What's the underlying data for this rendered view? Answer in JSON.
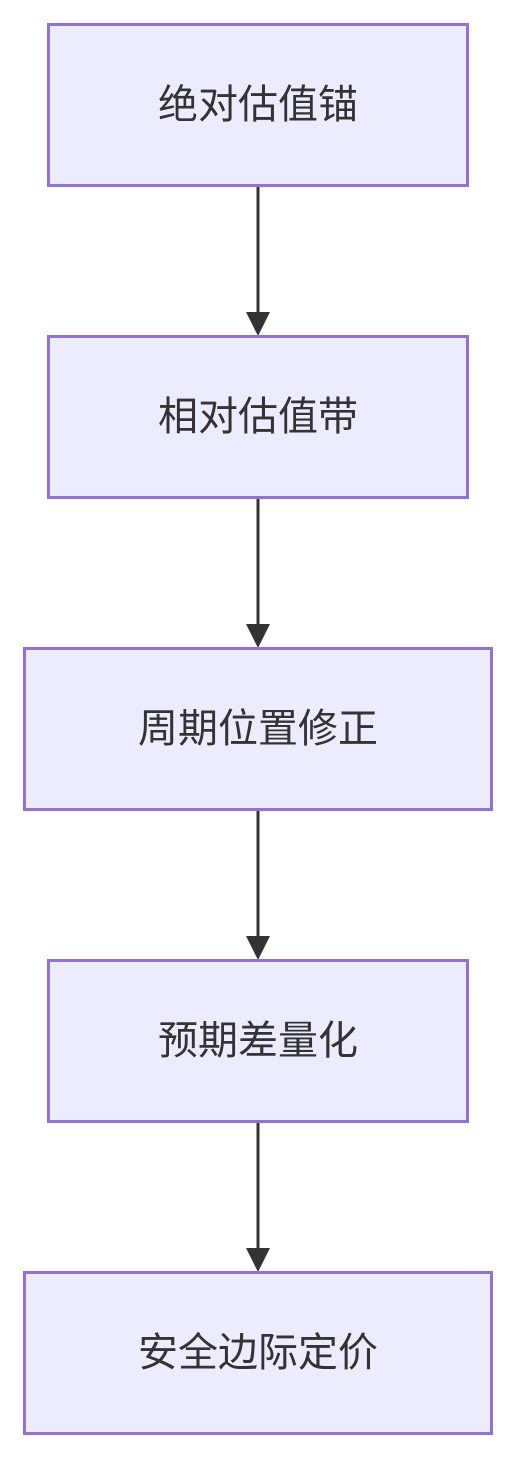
{
  "diagram": {
    "nodes": [
      {
        "id": "n1",
        "label": "绝对估值锚"
      },
      {
        "id": "n2",
        "label": "相对估值带"
      },
      {
        "id": "n3",
        "label": "周期位置修正"
      },
      {
        "id": "n4",
        "label": "预期差量化"
      },
      {
        "id": "n5",
        "label": "安全边际定价"
      }
    ],
    "edges": [
      {
        "from": "n1",
        "to": "n2"
      },
      {
        "from": "n2",
        "to": "n3"
      },
      {
        "from": "n3",
        "to": "n4"
      },
      {
        "from": "n4",
        "to": "n5"
      }
    ],
    "colors": {
      "node_fill": "#ececff",
      "node_border": "#9370db",
      "edge": "#333333",
      "text": "#333333"
    }
  }
}
